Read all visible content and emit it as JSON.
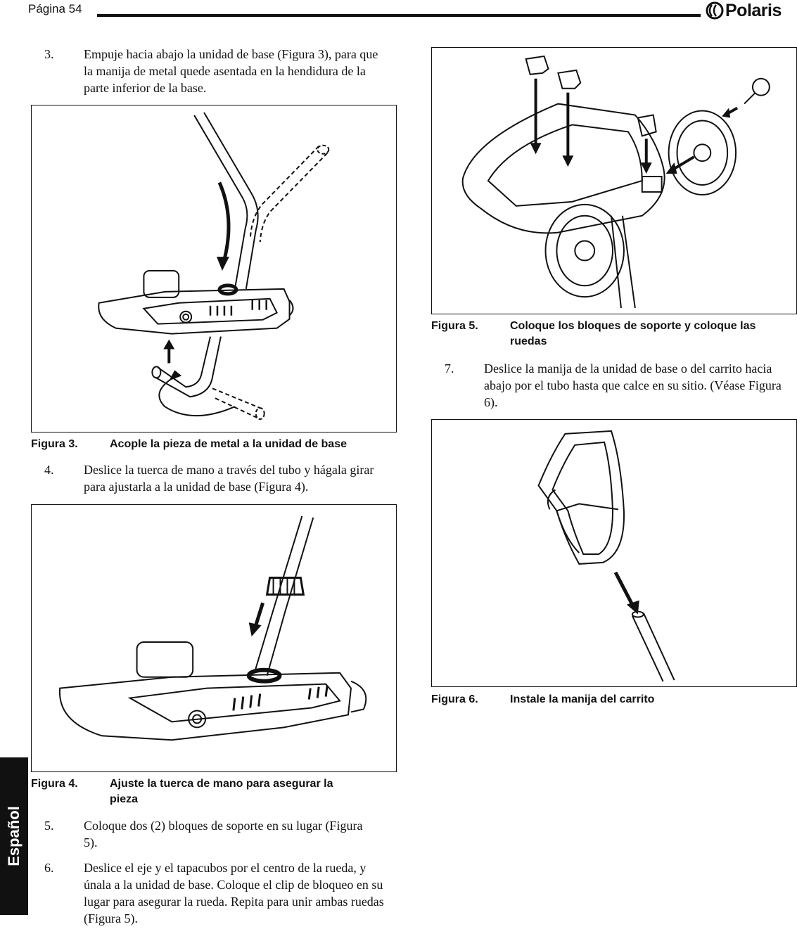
{
  "header": {
    "page_label": "Página 54",
    "brand": "Polaris"
  },
  "side_tab": {
    "label": "Español"
  },
  "steps": [
    {
      "num": "3.",
      "text": "Empuje hacia abajo la unidad de base (Figura 3), para que la manija de metal quede asentada en la hendidura de la parte inferior de la base."
    },
    {
      "num": "4.",
      "text": "Deslice la tuerca de mano a través del tubo y hágala girar para ajustarla a la unidad de base (Figura 4)."
    },
    {
      "num": "5.",
      "text": "Coloque dos (2) bloques de soporte en su lugar (Figura 5)."
    },
    {
      "num": "6.",
      "text": "Deslice el eje y el tapacubos por el centro de la rueda, y únala a la unidad de base. Coloque el clip de bloqueo en su lugar para asegurar la rueda. Repita para unir ambas ruedas (Figura 5)."
    },
    {
      "num": "7.",
      "text": "Deslice la manija de la unidad de base o del carrito hacia abajo por el tubo hasta que calce en su sitio. (Véase Figura 6)."
    }
  ],
  "figures": [
    {
      "label": "Figura 3.",
      "caption": "Acople la pieza de metal a la unidad de base"
    },
    {
      "label": "Figura 4.",
      "caption": "Ajuste la tuerca de mano para asegurar la pieza"
    },
    {
      "label": "Figura 5.",
      "caption": "Coloque los bloques de soporte y coloque las ruedas"
    },
    {
      "label": "Figura 6.",
      "caption": "Instale la manija del carrito"
    }
  ]
}
